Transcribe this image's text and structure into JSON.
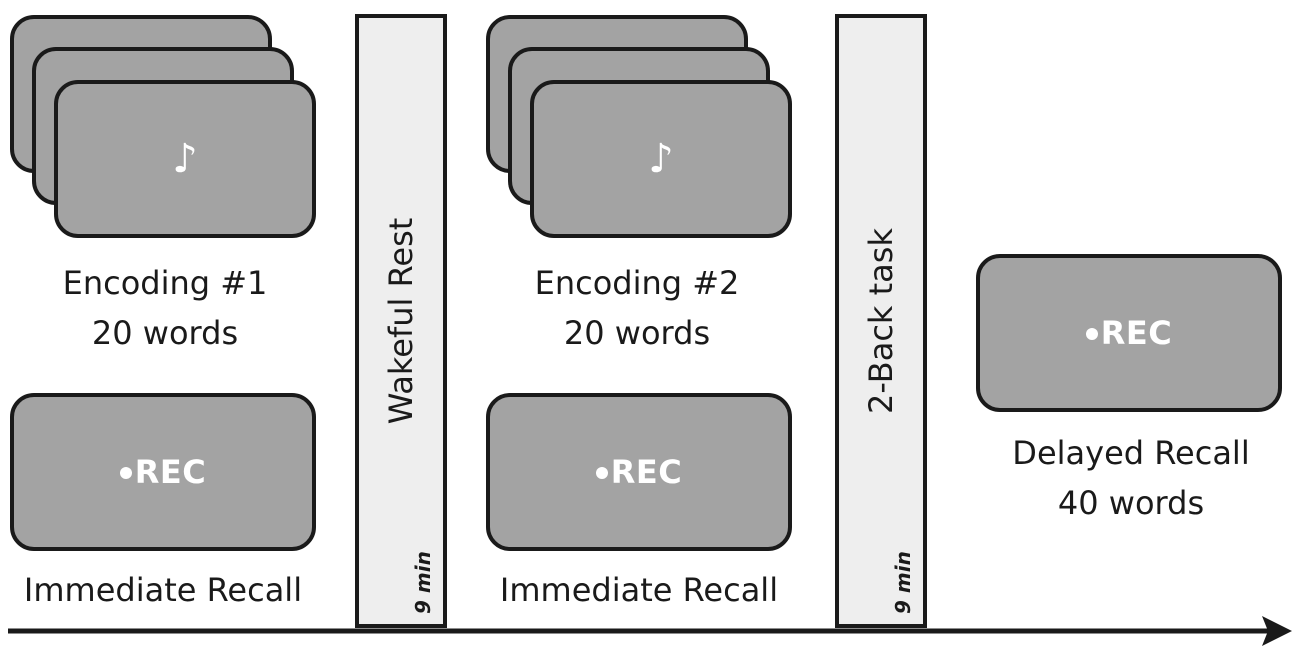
{
  "stages": {
    "encoding1": {
      "icon": "music-note-icon",
      "note": "♪",
      "title": "Encoding #1",
      "subtitle": "20 words"
    },
    "immediate1": {
      "rec": "REC",
      "label": "Immediate Recall"
    },
    "rest": {
      "title": "Wakeful Rest",
      "duration": "9 min"
    },
    "encoding2": {
      "icon": "music-note-icon",
      "note": "♪",
      "title": "Encoding #2",
      "subtitle": "20 words"
    },
    "immediate2": {
      "rec": "REC",
      "label": "Immediate Recall"
    },
    "nback": {
      "title": "2-Back task",
      "duration": "9 min"
    },
    "delayed": {
      "rec": "REC",
      "title": "Delayed Recall",
      "subtitle": "40 words"
    }
  },
  "colors": {
    "card_fill": "#a3a3a3",
    "bar_fill": "#eeeeee",
    "stroke": "#1a1a1a",
    "text_on_card": "#ffffff"
  }
}
